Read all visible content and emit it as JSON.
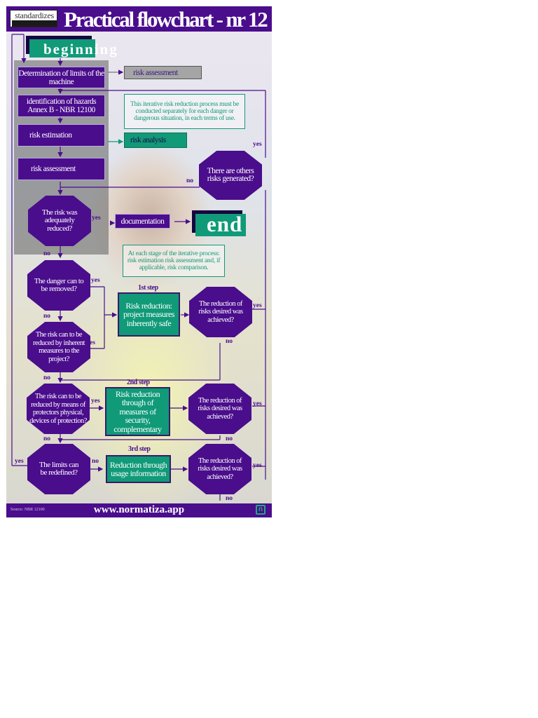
{
  "header": {
    "logo_top": "standardizes",
    "title": "Practical flowchart - nr 12"
  },
  "terminals": {
    "begin": "beginning",
    "end": "end"
  },
  "boxes": {
    "limits": "Determination of limits of the machine",
    "hazards": "identification of hazards Annex B - NBR 12100",
    "estimation": "risk estimation",
    "assessment": "risk assessment",
    "side_assessment": "risk assessment",
    "side_analysis": "risk analysis",
    "documentation": "documentation",
    "step1": "Risk reduction: project measures inherently safe",
    "step2": "Risk reduction through of measures of security, complementary",
    "step3": "Reduction through usage information"
  },
  "notes": {
    "iterative": "This iterative risk reduction process must be conducted separately for each danger or dangerous situation, in each terms of use.",
    "each_stage": "At each stage of the iterative process: risk estimation risk assessment and, if applicable, risk comparison."
  },
  "decisions": {
    "others": "There are others risks generated?",
    "adequate": "The risk was adequately reduced?",
    "removed": "The danger can to be removed?",
    "inherent": "The risk can to be reduced by inherent measures to the project?",
    "protective": "The risk can to be reduced by means of protectors physical, devices of protection?",
    "limits_redef": "The limits can be redefined?",
    "achieved1": "The reduction of risks desired was achieved?",
    "achieved2": "The reduction of risks desired was achieved?",
    "achieved3": "The reduction of risks desired was achieved?"
  },
  "steps": {
    "s1": "1st step",
    "s2": "2nd step",
    "s3": "3rd step"
  },
  "labels": {
    "yes": "yes",
    "no": "no",
    "yes_cut": "es"
  },
  "footer": {
    "source": "Source: NBR 12100",
    "url": "www.normatiza.app",
    "logo": "n"
  },
  "colors": {
    "purple": "#4a0d8c",
    "teal": "#109a78",
    "grey": "#a5a5a5"
  }
}
